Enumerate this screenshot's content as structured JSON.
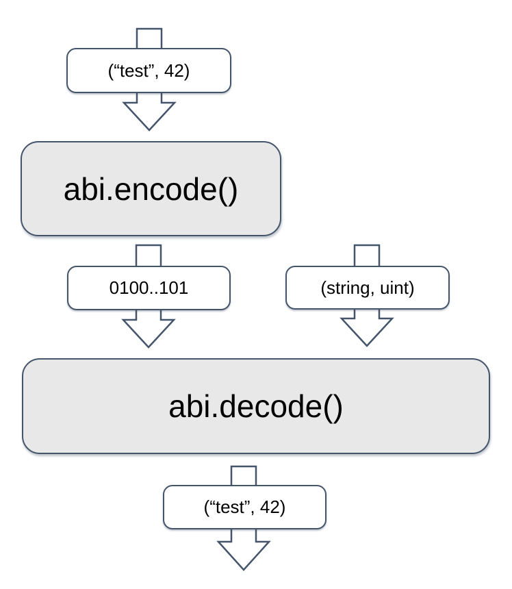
{
  "diagram": {
    "description": "ABI encode/decode data flow diagram",
    "nodes": {
      "input_top": {
        "label": "(“test”, 42)",
        "kind": "data-label"
      },
      "encode": {
        "label": "abi.encode()",
        "kind": "process"
      },
      "encoded_bytes": {
        "label": "0100..101",
        "kind": "data-label"
      },
      "types": {
        "label": "(string, uint)",
        "kind": "data-label"
      },
      "decode": {
        "label": "abi.decode()",
        "kind": "process"
      },
      "output": {
        "label": "(“test”, 42)",
        "kind": "data-label"
      }
    },
    "edges": [
      {
        "from": "start",
        "to": "input_top"
      },
      {
        "from": "input_top",
        "to": "encode"
      },
      {
        "from": "encode",
        "to": "encoded_bytes"
      },
      {
        "from": "encoded_bytes",
        "to": "decode"
      },
      {
        "from": "types",
        "to": "decode"
      },
      {
        "from": "decode",
        "to": "output"
      },
      {
        "from": "output",
        "to": "end"
      }
    ],
    "colors": {
      "stroke": "#44546A",
      "process_fill": "#E8E8E8",
      "label_fill": "#FFFFFF",
      "text": "#000000",
      "canvas_bg": "#FFFFFF"
    }
  }
}
